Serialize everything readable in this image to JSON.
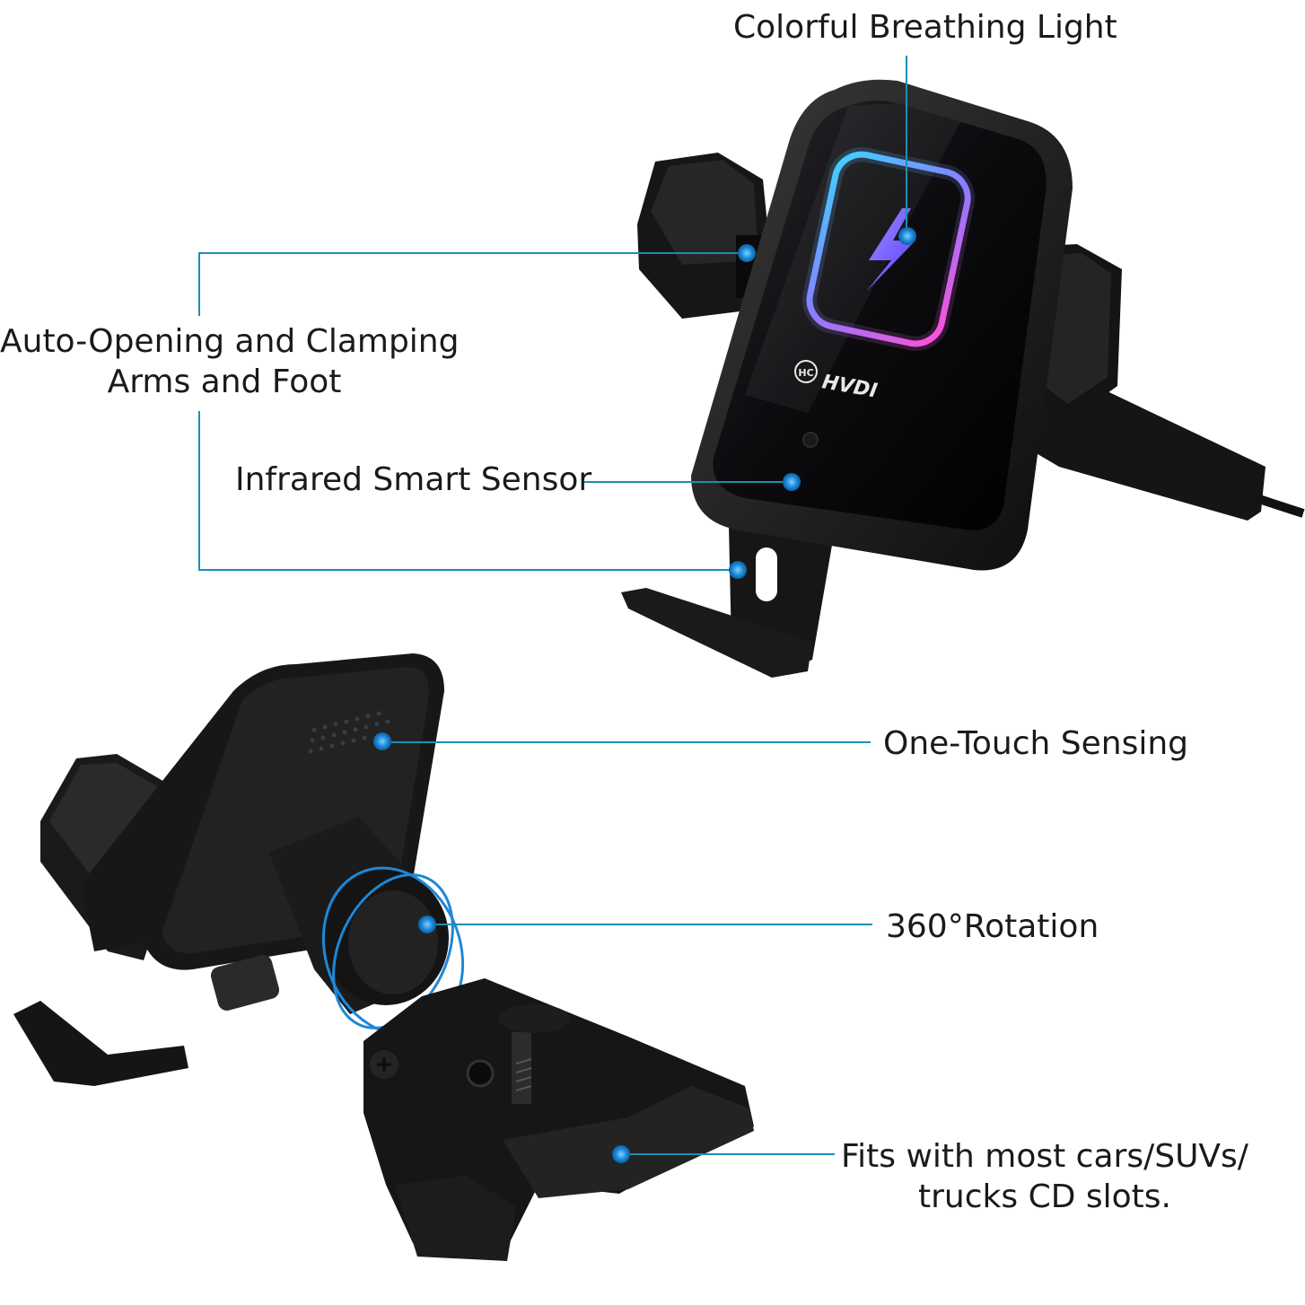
{
  "brand": {
    "name": "HVDI",
    "monogram": "HC"
  },
  "callouts": {
    "breathing_light": "Colorful Breathing Light",
    "auto_clamp": {
      "line1": "Auto-Opening and Clamping",
      "line2": "Arms and Foot"
    },
    "infrared_sensor": "Infrared Smart Sensor",
    "one_touch": "One-Touch Sensing",
    "rotation": "360°Rotation",
    "fits": {
      "line1": "Fits with most cars/SUVs/",
      "line2": "trucks CD slots."
    }
  },
  "colors": {
    "accent_line": "#1a8fb5",
    "dot": "#1e88d6",
    "device": "#111111",
    "glow_start": "#3fd2ff",
    "glow_end": "#ff4fd8",
    "bolt": "#7a5cff"
  }
}
